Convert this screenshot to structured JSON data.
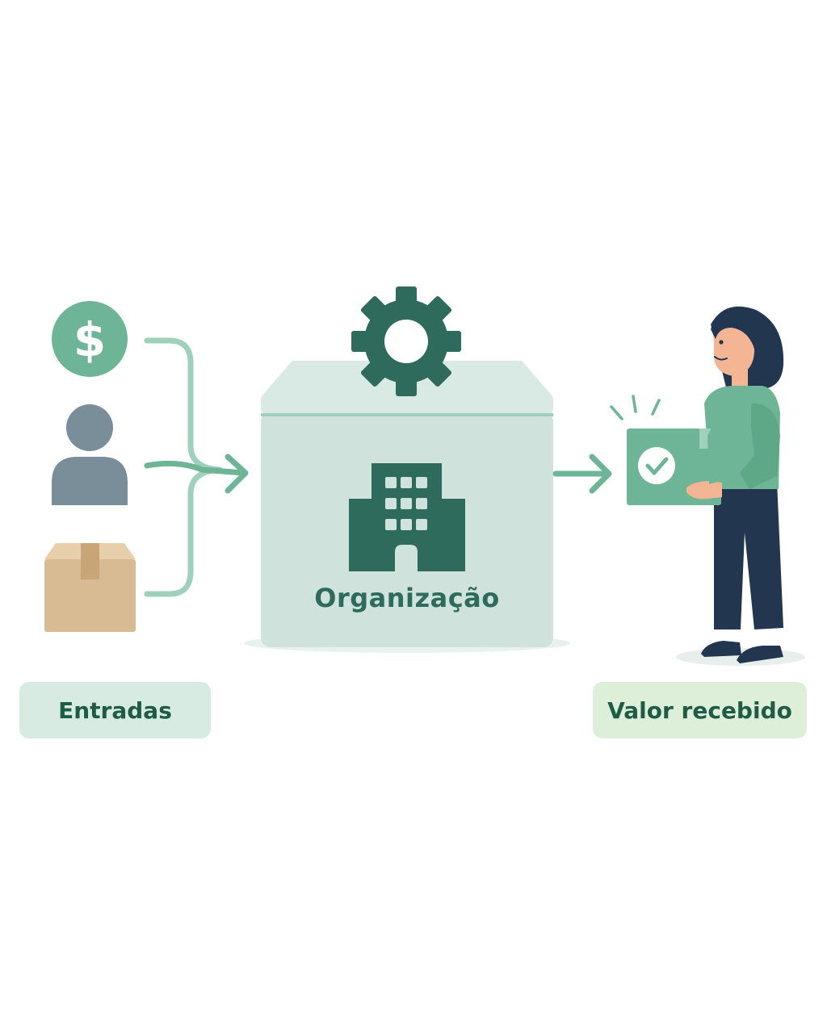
{
  "inputs_label": "Entradas",
  "organization_label": "Organização",
  "value_label": "Valor recebido",
  "icons": {
    "money": "dollar-icon",
    "person": "person-icon",
    "box": "package-icon",
    "gear": "gear-icon",
    "building": "building-icon",
    "delivered_box": "checked-package-icon",
    "recipient": "woman-holding-package"
  },
  "colors": {
    "primary_dark": "#2e6b5c",
    "primary_mid": "#6db596",
    "primary_light": "#9fd0bb",
    "box_fill": "#cfe3dc",
    "person_gray": "#7a8e9a",
    "cardboard": "#d9bb93",
    "label_text": "#1f5c45",
    "navy": "#233650"
  }
}
